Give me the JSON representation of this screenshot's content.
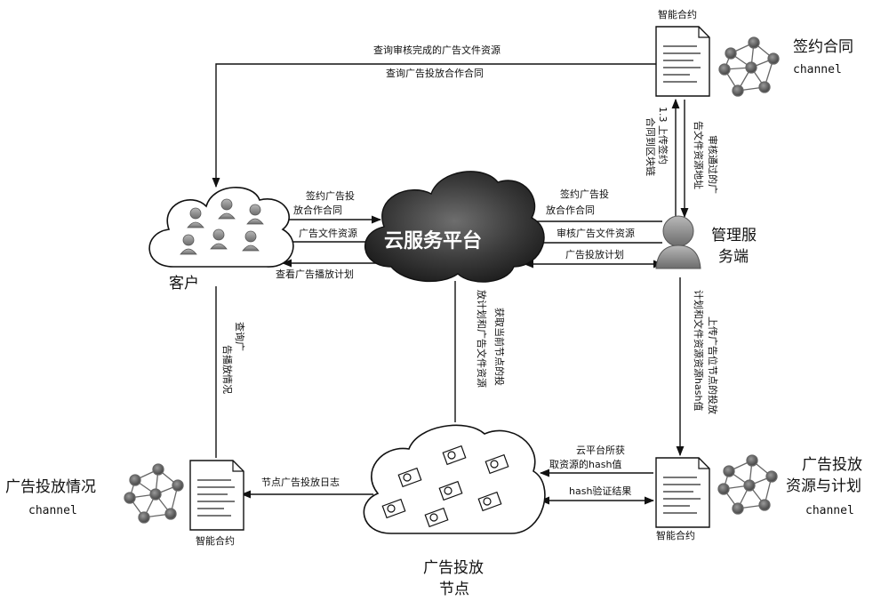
{
  "cloud_platform": "云服务平台",
  "nodes": {
    "client": "客户",
    "admin_l1": "管理服",
    "admin_l2": "务端",
    "ad_nodes_l1": "广告投放",
    "ad_nodes_l2": "节点"
  },
  "channels": {
    "sign": {
      "name": "签约合同",
      "suffix": "channel"
    },
    "placement_status": {
      "name": "广告投放情况",
      "suffix": "channel"
    },
    "resource_plan": {
      "name_l1": "广告投放",
      "name_l2": "资源与计划",
      "suffix": "channel"
    }
  },
  "smart_contract": "智能合约",
  "edges": {
    "top_l1": "查询审核完成的广告文件资源",
    "top_l2": "查询广告投放合作合同",
    "client_sign_l1": "签约广告投",
    "client_sign_l2": "放合作合同",
    "client_file": "广告文件资源",
    "client_view_plan": "查看广告播放计划",
    "admin_sign_l1": "签约广告投",
    "admin_sign_l2": "放合作合同",
    "admin_review": "审核广告文件资源",
    "admin_plan": "广告投放计划",
    "upload_contract_l1": "1.3 上传签约",
    "upload_contract_l2": "合同到区块链",
    "reviewed_addr_l1": "审核通过的广",
    "reviewed_addr_l2": "告文件资源地址",
    "client_query_l1": "查询广",
    "client_query_l2": "告播放情况",
    "node_fetch_l1": "获取当前节点的投",
    "node_fetch_l2": "放计划和广告文件资源",
    "upload_hash_l1": "上传广告位节点的投放",
    "upload_hash_l2": "计划和文件资源资源hash值",
    "node_log": "节点广告投放日志",
    "cloud_hash_l1": "云平台所获",
    "cloud_hash_l2": "取资源的hash值",
    "hash_result": "hash验证结果"
  }
}
